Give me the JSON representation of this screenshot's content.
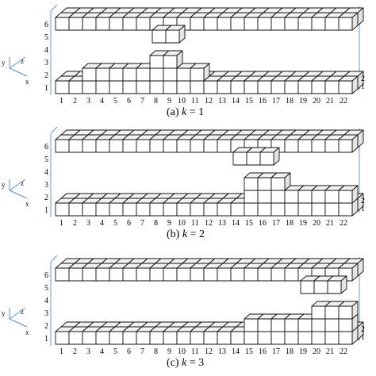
{
  "panels": [
    {
      "caption_prefix": "(a) ",
      "caption_var": "k",
      "caption_suffix": " = 1",
      "bottom_row": [
        1,
        1,
        2,
        2,
        2,
        2,
        2,
        3,
        3,
        2,
        2,
        1,
        1,
        1,
        1,
        1,
        1,
        1,
        1,
        1,
        1,
        1
      ],
      "top_row_start": 6,
      "top_bumps": [
        {
          "col": 6,
          "height": 5.3
        },
        {
          "col": 7,
          "height": 5.6
        },
        {
          "col": 8,
          "height": 5
        },
        {
          "col": 9,
          "height": 4.6
        },
        {
          "col": 10,
          "height": 5.3
        }
      ]
    },
    {
      "caption_prefix": "(b) ",
      "caption_var": "k",
      "caption_suffix": " = 2",
      "bottom_row": [
        1,
        1,
        1,
        1,
        1,
        1,
        1,
        1,
        1,
        1,
        1,
        1,
        1,
        1,
        3,
        3,
        3,
        2,
        2,
        2,
        2,
        2
      ],
      "top_row_start": 6,
      "top_bumps": [
        {
          "col": 14,
          "height": 4.6
        },
        {
          "col": 15,
          "height": 4.2
        },
        {
          "col": 16,
          "height": 4.6
        }
      ]
    },
    {
      "caption_prefix": "(c) ",
      "caption_var": "k",
      "caption_suffix": " = 3",
      "bottom_row": [
        1,
        1,
        1,
        1,
        1,
        1,
        1,
        1,
        1,
        1,
        1,
        1,
        1,
        1,
        2,
        2,
        2,
        2,
        2,
        3,
        3,
        3
      ],
      "top_row_start": 6,
      "top_bumps": [
        {
          "col": 19,
          "height": 4.8
        },
        {
          "col": 20,
          "height": 4.2
        },
        {
          "col": 21,
          "height": 4.6
        }
      ]
    }
  ],
  "x_ticks": [
    "1",
    "2",
    "3",
    "4",
    "5",
    "6",
    "7",
    "8",
    "9",
    "10",
    "11",
    "12",
    "13",
    "14",
    "15",
    "16",
    "17",
    "18",
    "19",
    "20",
    "21",
    "22"
  ],
  "y_ticks": [
    "1",
    "2",
    "3",
    "4",
    "5",
    "6"
  ],
  "depth_ticks": [
    "1",
    "2"
  ],
  "axes": {
    "x": "x",
    "y": "y",
    "z": "z"
  }
}
